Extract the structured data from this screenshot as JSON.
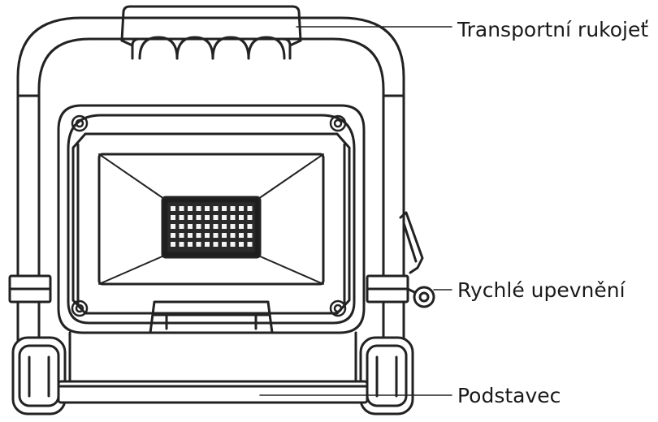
{
  "callouts": {
    "handle": "Transportní rukojeť",
    "quick_clamp": "Rychlé upevnění",
    "base": "Podstavec"
  },
  "colors": {
    "line": "#222222",
    "fill": "#ffffff"
  }
}
